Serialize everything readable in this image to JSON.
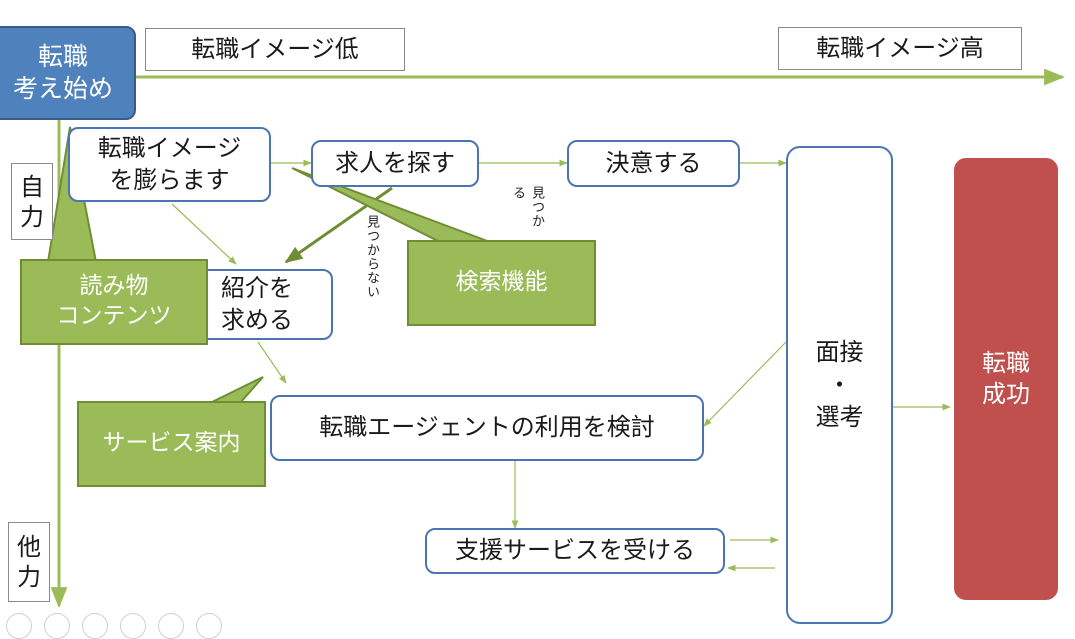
{
  "start": "転職\n考え始め",
  "axis": {
    "low": "転職イメージ低",
    "high": "転職イメージ高"
  },
  "side": {
    "self": "自\n力",
    "other": "他\n力"
  },
  "steps": {
    "imagine": "転職イメージ\nを膨らます",
    "search": "求人を探す",
    "decide": "決意する",
    "referral": "紹介を\n求める",
    "agent": "転職エージェントの利用を検討",
    "support": "支援サービスを受ける",
    "interview": "面接\n・\n選考",
    "success": "転職\n成功"
  },
  "callouts": {
    "reading": "読み物\nコンテンツ",
    "search_feature": "検索機能",
    "service_guide": "サービス案内"
  },
  "branch_labels": {
    "not_found": "見つからない",
    "found": "見つかる"
  },
  "colors": {
    "blue_border": "#4a74b4",
    "green": "#9bbb59",
    "green_border": "#6f8e34",
    "red": "#c0504d",
    "start_fill": "#4f81bd"
  },
  "toolbar_icons": [
    "pointer-icon",
    "play-icon",
    "pen-icon",
    "grid-icon",
    "zoom-icon",
    "more-icon"
  ]
}
